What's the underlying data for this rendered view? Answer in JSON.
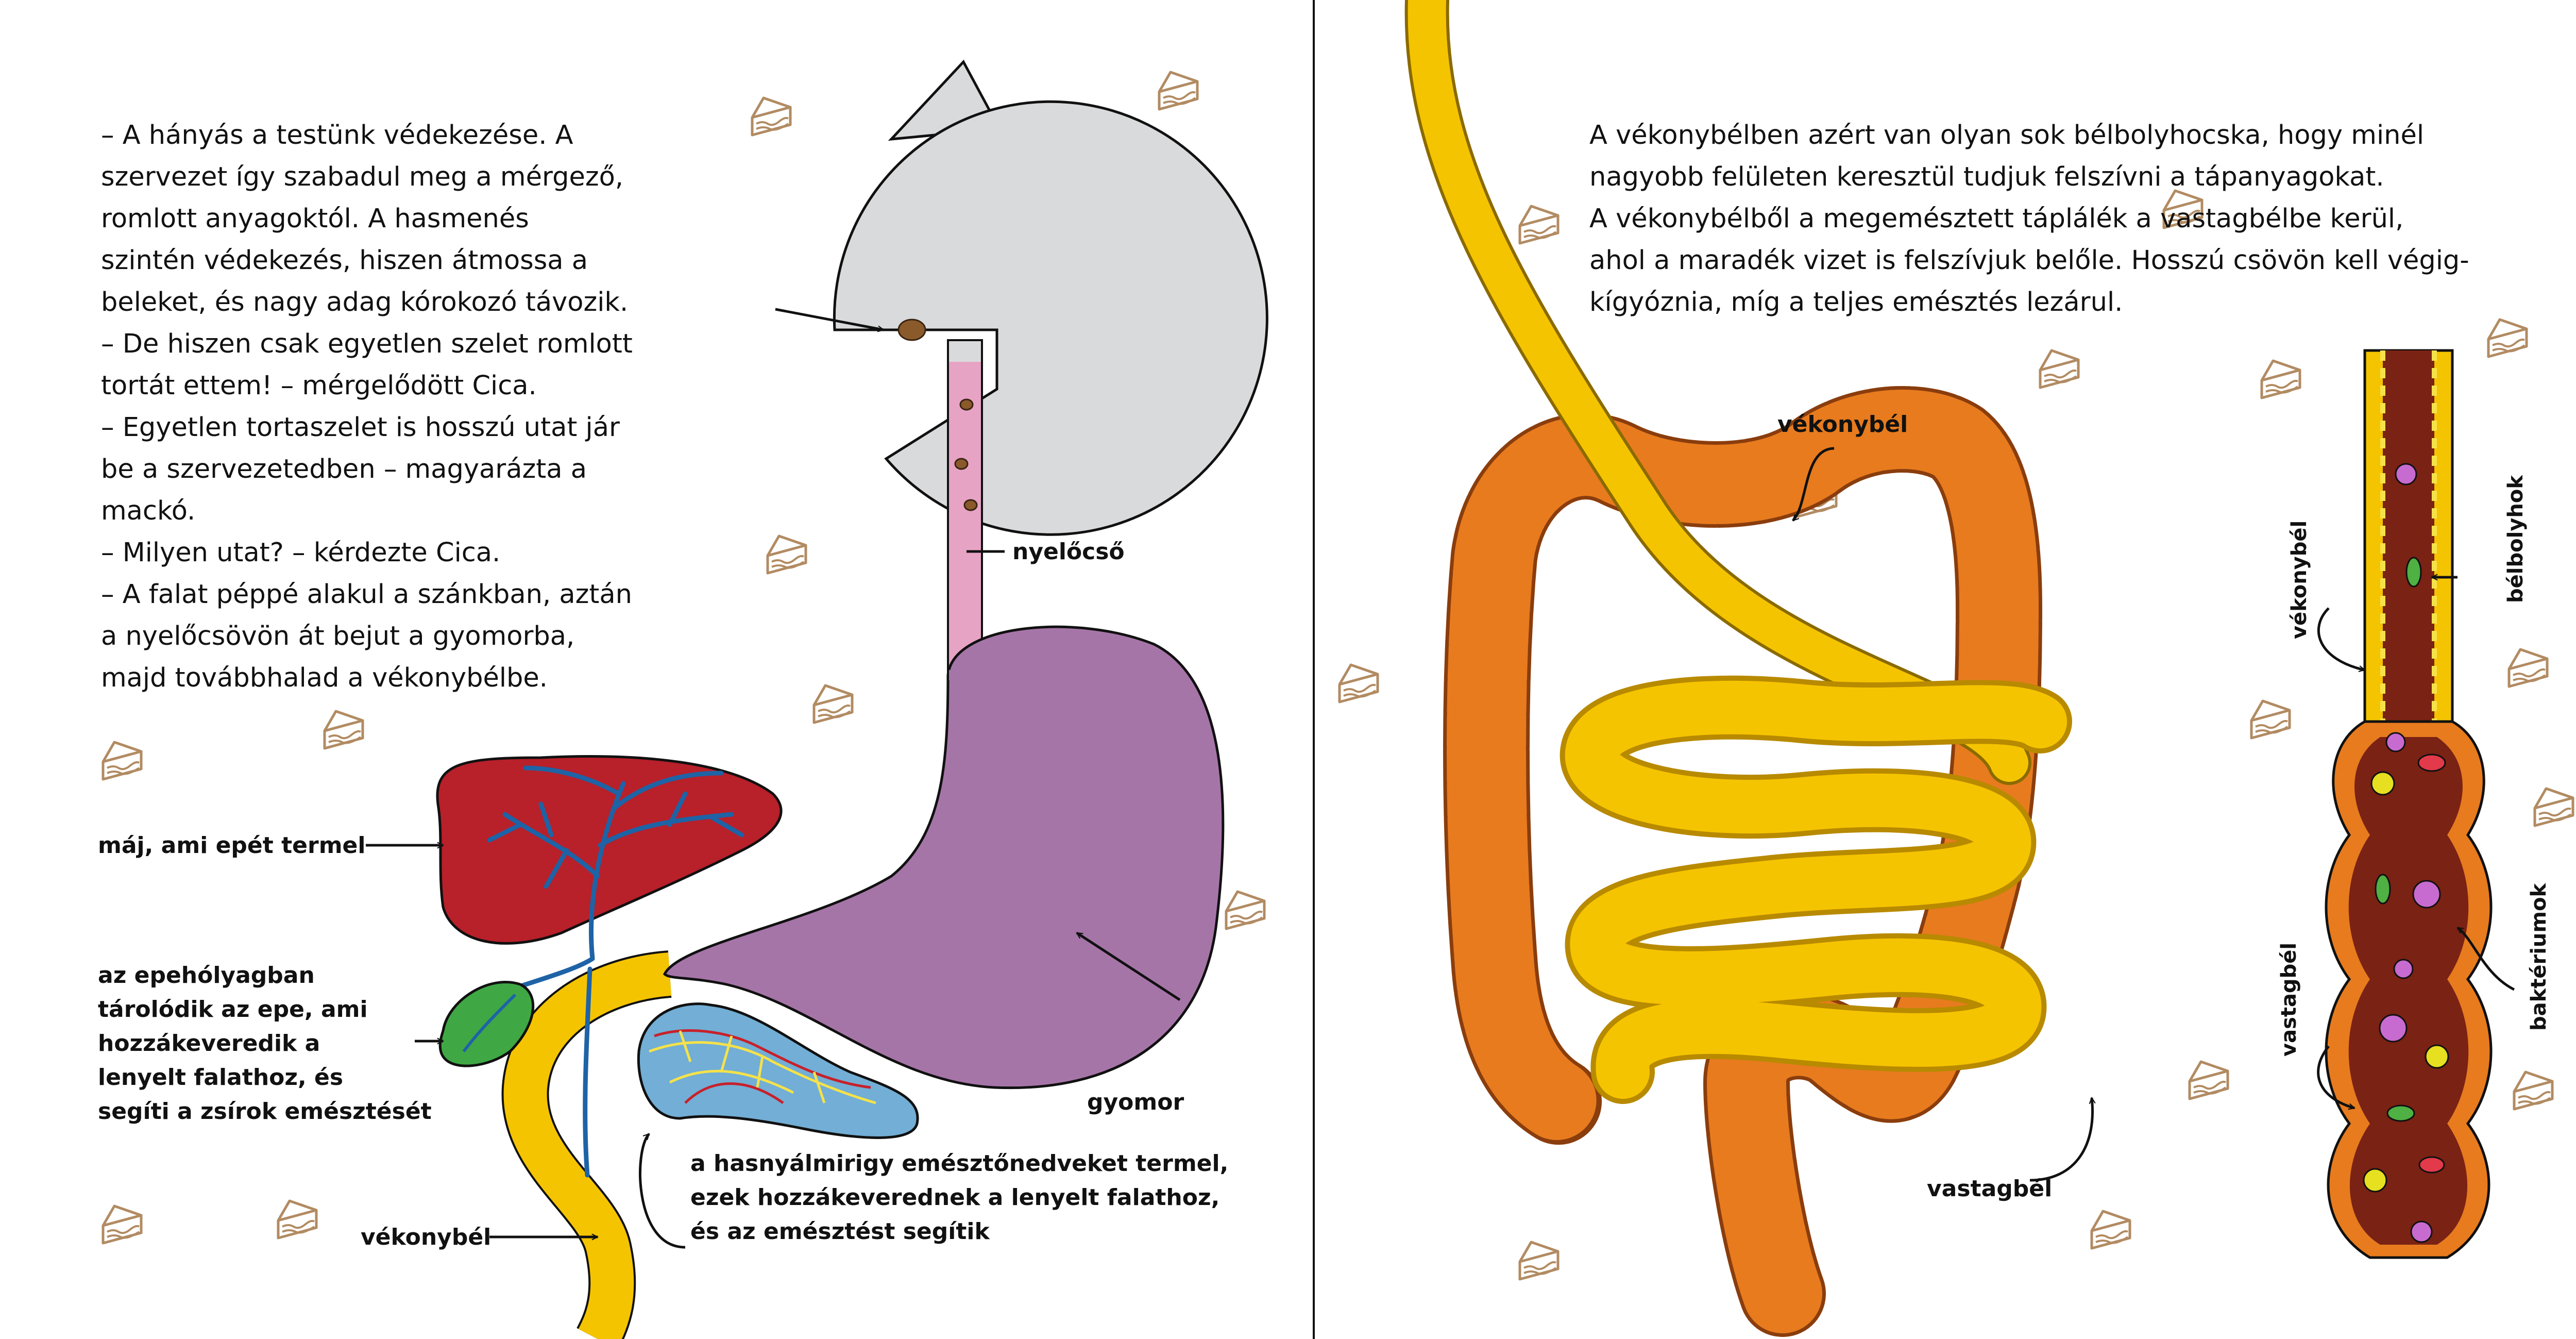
{
  "left_page": {
    "story_lines": [
      "– A hányás a testünk védekezése. A",
      "szervezet így szabadul meg a mérgező,",
      "romlott anyagoktól. A hasmenés",
      "szintén védekezés, hiszen átmossa a",
      "beleket, és nagy adag kórokozó távozik.",
      "– De hiszen csak egyetlen szelet romlott",
      "tortát ettem! – mérgelődött Cica.",
      "– Egyetlen tortaszelet is hosszú utat jár",
      "be a szervezetedben – magyarázta a",
      "mackó.",
      "– Milyen utat? – kérdezte Cica.",
      "– A falat péppé alakul a szánkban, aztán",
      "a nyelőcsövön át bejut a gyomorba,",
      "majd továbbhalad a vékonybélbe."
    ],
    "labels": {
      "esophagus": "nyelőcső",
      "stomach": "gyomor",
      "liver": "máj, ami epét termel",
      "gallbladder": [
        "az epehólyagban",
        "tárolódik az epe, ami",
        "hozzákeveredik a",
        "lenyelt falathoz, és",
        "segíti a zsírok emésztését"
      ],
      "pancreas": [
        "a hasnyálmirigy emésztőnedveket termel,",
        "ezek hozzákeverednek a lenyelt falathoz,",
        "és az emésztést segítik"
      ],
      "small_intestine": "vékonybél"
    }
  },
  "right_page": {
    "story_lines": [
      "A vékonybélben azért van olyan sok bélbolyhocska, hogy minél",
      "nagyobb felületen keresztül tudjuk felszívni a tápanyagokat.",
      "A vékonybélből a megemésztett táplálék a vastagbélbe kerül,",
      "ahol a maradék  vizet is felszívjuk belőle. Hosszú csövön kell végig-",
      "kígyóznia, míg a teljes emésztés lezárul."
    ],
    "labels": {
      "small_intestine": "vékonybél",
      "large_intestine": "vastagbél",
      "tube_small": "vékonybél",
      "villi": "bélbolyhok",
      "tube_large": "vastagbél",
      "bacteria": "baktériumok"
    }
  },
  "colors": {
    "cat_head": "#d9dadb",
    "esophagus": "#e7a3c4",
    "stomach": "#a675a8",
    "liver": "#b8202a",
    "veins": "#1e63a6",
    "gallbladder": "#3fa844",
    "pancreas": "#72aed5",
    "small_intestine": "#f5c400",
    "large_intestine": "#e77b1e",
    "lumen": "#7a2214",
    "cake_icon": "#b28b62"
  },
  "icons": [
    "cake-slice-icon",
    "cat-ear-icon",
    "arrow-icon",
    "bacteria-icon"
  ]
}
